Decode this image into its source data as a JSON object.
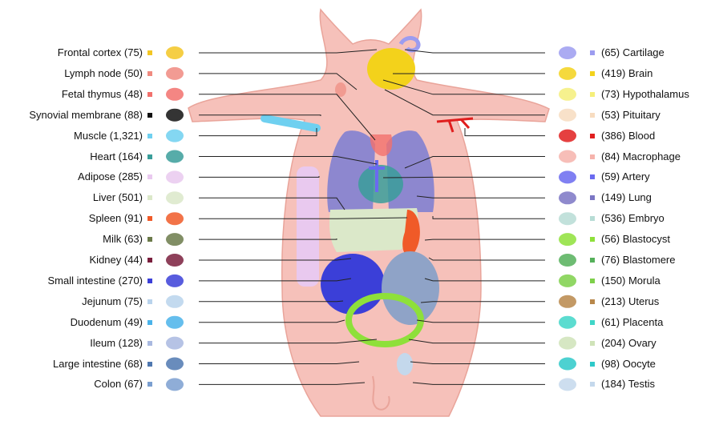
{
  "colors": {
    "pig_body": "#f6c1ba",
    "pig_outline": "#e9a49a",
    "line": "#222222"
  },
  "left_items": [
    {
      "label": "Frontal cortex (75)",
      "color": "#f3c623",
      "icon": "frontal-cortex-icon"
    },
    {
      "label": "Lymph node (50)",
      "color": "#f08a80",
      "icon": "lymph-node-icon"
    },
    {
      "label": "Fetal thymus (48)",
      "color": "#f2716d",
      "icon": "fetal-thymus-icon"
    },
    {
      "label": "Synovial membrane (88)",
      "color": "#111111",
      "icon": "synovial-membrane-icon"
    },
    {
      "label": "Muscle (1,321)",
      "color": "#6fd0f0",
      "icon": "muscle-icon"
    },
    {
      "label": "Heart (164)",
      "color": "#3a9e9a",
      "icon": "heart-icon"
    },
    {
      "label": "Adipose (285)",
      "color": "#e9c9ef",
      "icon": "adipose-icon"
    },
    {
      "label": "Liver (501)",
      "color": "#dbe8c9",
      "icon": "liver-icon"
    },
    {
      "label": "Spleen (91)",
      "color": "#f05a28",
      "icon": "spleen-icon"
    },
    {
      "label": "Milk (63)",
      "color": "#6b7a4a",
      "icon": "milk-icon"
    },
    {
      "label": "Kidney (44)",
      "color": "#7a1f3d",
      "icon": "kidney-icon"
    },
    {
      "label": "Small intestine (270)",
      "color": "#3b3fd8",
      "icon": "small-intestine-icon"
    },
    {
      "label": "Jejunum (75)",
      "color": "#b9d3ec",
      "icon": "jejunum-icon"
    },
    {
      "label": "Duodenum (49)",
      "color": "#4ab3ea",
      "icon": "duodenum-icon"
    },
    {
      "label": "Ileum (128)",
      "color": "#a9b9e0",
      "icon": "ileum-icon"
    },
    {
      "label": "Large intestine (68)",
      "color": "#4f78b0",
      "icon": "large-intestine-icon"
    },
    {
      "label": "Colon (67)",
      "color": "#7b9fd0",
      "icon": "colon-icon"
    }
  ],
  "right_items": [
    {
      "label": "(65) Cartilage",
      "color": "#9c9cf0",
      "icon": "cartilage-icon"
    },
    {
      "label": "(419) Brain",
      "color": "#f3d21b",
      "icon": "brain-icon"
    },
    {
      "label": "(73) Hypothalamus",
      "color": "#f5ef7a",
      "icon": "hypothalamus-icon"
    },
    {
      "label": "(53) Pituitary",
      "color": "#f7dcc0",
      "icon": "pituitary-icon"
    },
    {
      "label": "(386) Blood",
      "color": "#e01e1e",
      "icon": "blood-icon"
    },
    {
      "label": "(84) Macrophage",
      "color": "#f6b3ac",
      "icon": "macrophage-icon"
    },
    {
      "label": "(59) Artery",
      "color": "#6a6af0",
      "icon": "artery-icon"
    },
    {
      "label": "(149) Lung",
      "color": "#7b76c4",
      "icon": "lung-icon"
    },
    {
      "label": "(536) Embryo",
      "color": "#b7dcd5",
      "icon": "embryo-icon"
    },
    {
      "label": "(56) Blastocyst",
      "color": "#8ee03a",
      "icon": "blastocyst-icon"
    },
    {
      "label": "(76) Blastomere",
      "color": "#55b05a",
      "icon": "blastomere-icon"
    },
    {
      "label": "(150) Morula",
      "color": "#7ed04a",
      "icon": "morula-icon"
    },
    {
      "label": "(213) Uterus",
      "color": "#b8874a",
      "icon": "uterus-icon"
    },
    {
      "label": "(61) Placenta",
      "color": "#3fd6c8",
      "icon": "placenta-icon"
    },
    {
      "label": "(204) Ovary",
      "color": "#cfe3b8",
      "icon": "ovary-icon"
    },
    {
      "label": "(98) Oocyte",
      "color": "#2ec9c9",
      "icon": "oocyte-icon"
    },
    {
      "label": "(184) Testis",
      "color": "#c4d8ec",
      "icon": "testis-icon"
    }
  ]
}
